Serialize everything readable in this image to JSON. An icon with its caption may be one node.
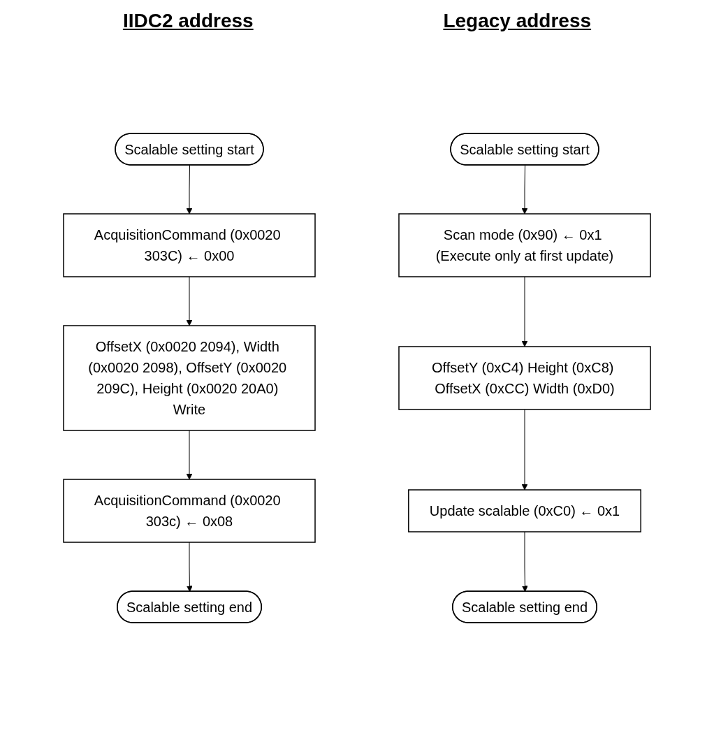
{
  "diagram": {
    "nodes": [
      {
        "text": [
          "Scalable setting start"
        ]
      },
      {
        "text": [
          "AcquisitionCommand (0x0020 303C) ← 0x00"
        ]
      },
      {
        "text": [
          "OffsetX (0x0020 2094), Width (0x0020 2098), OffsetY (0x0020 209C), Height (0x0020 20A0) Write"
        ]
      },
      {
        "text": [
          "AcquisitionCommand (0x0020 303c) ← 0x08"
        ]
      },
      {
        "text": [
          "Scalable setting end"
        ]
      },
      {
        "text": [
          "Scalable setting start"
        ]
      },
      {
        "text": [
          "Scan mode (0x90) ← 0x1 (Execute only at first update)"
        ]
      },
      {
        "text": [
          "OffsetY (0xC4) Height (0xC8) OffsetX (0xCC) Width (0xD0)"
        ]
      },
      {
        "text": [
          "Update scalable (0xC0) ← 0x1"
        ]
      },
      {
        "text": [
          "Scalable setting end"
        ]
      }
    ],
    "edges": [
      {
        "from": 0,
        "to": 1,
        "arrow": "to"
      },
      {
        "from": 1,
        "to": 2,
        "arrow": "to"
      },
      {
        "from": 2,
        "to": 3,
        "arrow": "to"
      },
      {
        "from": 3,
        "to": 4,
        "arrow": "to"
      },
      {
        "from": 5,
        "to": 6,
        "arrow": "to"
      },
      {
        "from": 6,
        "to": 7,
        "arrow": "to"
      },
      {
        "from": 7,
        "to": 8,
        "arrow": "to"
      },
      {
        "from": 8,
        "to": 9,
        "arrow": "to"
      }
    ],
    "labels": [
      "IIDC2 address",
      "Legacy address"
    ]
  }
}
